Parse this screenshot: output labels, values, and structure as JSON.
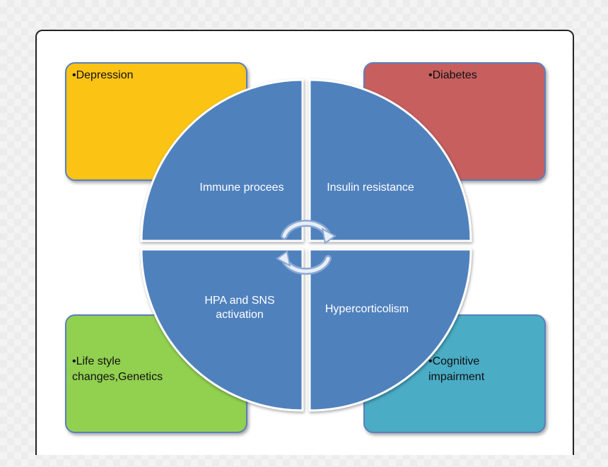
{
  "boxes": {
    "depression": {
      "label": "•Depression",
      "color": "#fbc314"
    },
    "diabetes": {
      "label": "•Diabetes",
      "color": "#c75f5f"
    },
    "lifestyle": {
      "label": "•Life style changes,Genetics",
      "color": "#92d050"
    },
    "cognitive": {
      "label": "•Cognitive impairment",
      "color": "#4aacc5"
    }
  },
  "wheel": {
    "color": "#4f81bd",
    "quadrants": {
      "top_left": "Immune procees",
      "top_right": "Insulin resistance",
      "bottom_left_line1": "HPA and SNS",
      "bottom_left_line2": "activation",
      "bottom_right": "Hypercorticolism"
    },
    "center_icon": "cycle-arrows-icon"
  }
}
